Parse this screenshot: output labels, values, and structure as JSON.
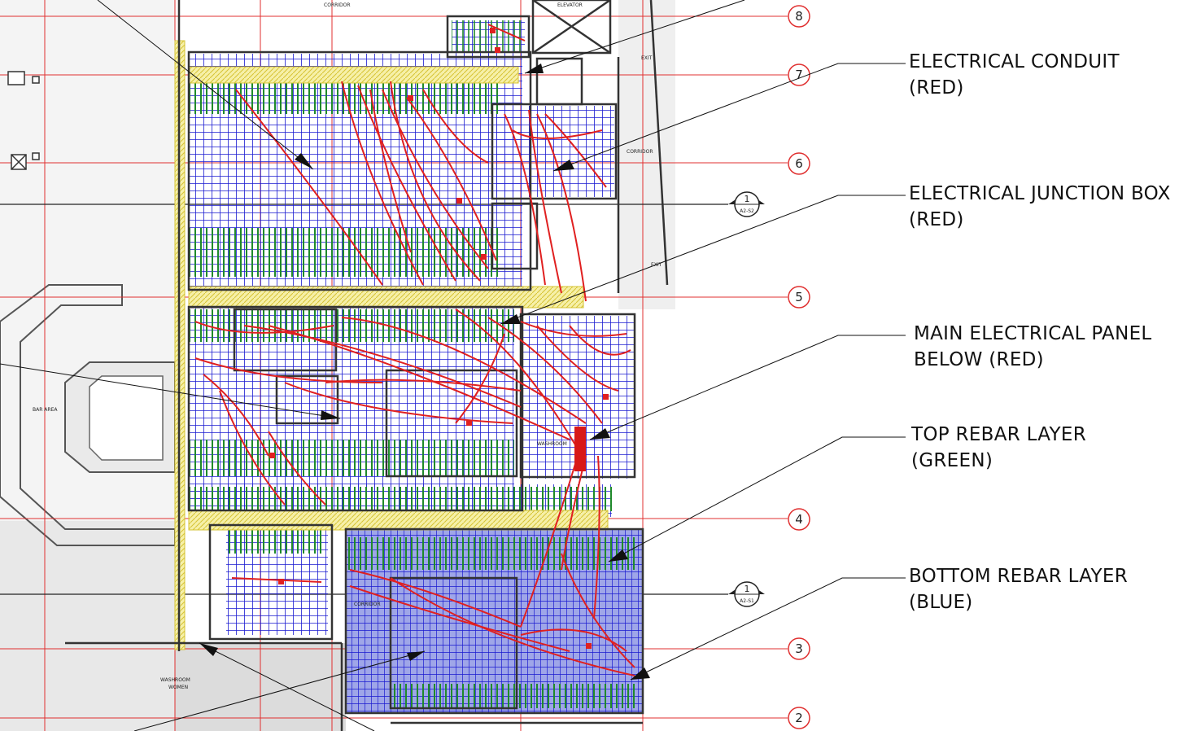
{
  "colors": {
    "conduit": "#e02020",
    "top_rebar": "#1f8a2a",
    "bottom_rebar": "#1a1ad0",
    "gridline": "#e03030",
    "wall": "#333333",
    "beam": "#e6d94a"
  },
  "callouts": [
    {
      "line1": "ELECTRICAL CONDUIT",
      "line2": "(RED)"
    },
    {
      "line1": "ELECTRICAL JUNCTION BOX",
      "line2": "(RED)"
    },
    {
      "line1": "MAIN ELECTRICAL PANEL",
      "line2": "BELOW (RED)"
    },
    {
      "line1": "TOP REBAR LAYER",
      "line2": "(GREEN)"
    },
    {
      "line1": "BOTTOM REBAR LAYER",
      "line2": "(BLUE)"
    }
  ],
  "grid_markers": [
    "8",
    "7",
    "6",
    "5",
    "4",
    "3",
    "2"
  ],
  "section_markers": [
    {
      "number": "1",
      "sheet": "A2-S2"
    },
    {
      "number": "1",
      "sheet": "A2-S1"
    }
  ],
  "room_labels": {
    "corridor_top": "CORRIDOR",
    "elevator": "ELEVATOR",
    "exit_top": "EXIT",
    "corridor_right": "CORRIDOR",
    "exit_mid": "EXIT",
    "bar_area": "BAR AREA",
    "washroom_men": "WASHROOM",
    "corridor_bottom": "CORRIDOR",
    "washroom_women_1": "WASHROOM",
    "washroom_women_2": "WOMEN"
  }
}
